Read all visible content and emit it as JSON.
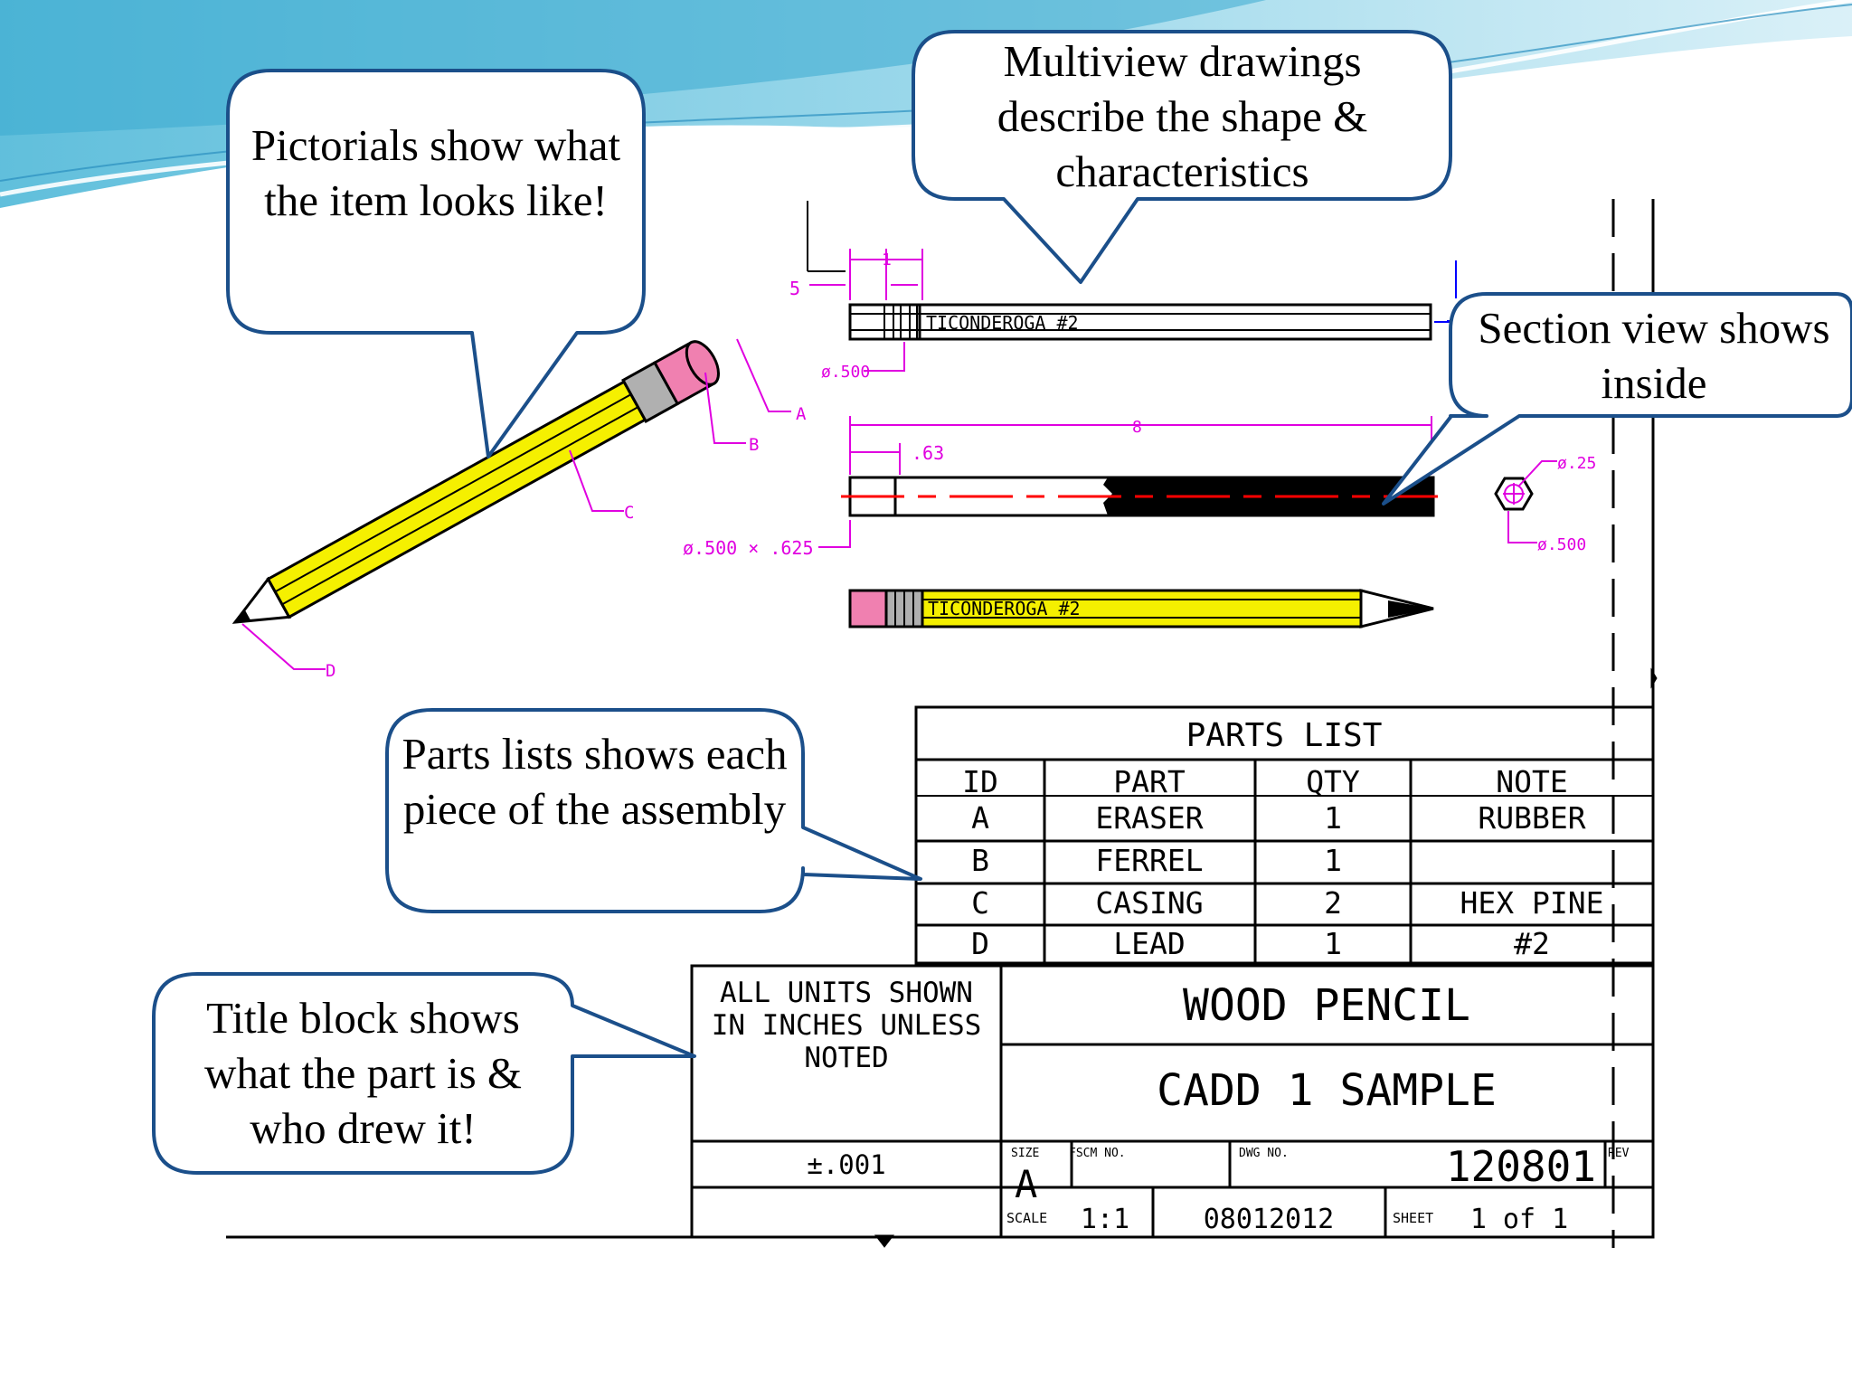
{
  "callouts": {
    "pictorial": "Pictorials show what the item looks like!",
    "multiview": "Multiview drawings describe the shape & characteristics",
    "section": "Section view shows inside",
    "parts": "Parts lists shows each piece of the assembly",
    "title": "Title block shows what the part is & who drew it!"
  },
  "pictorial_labels": {
    "a": "A",
    "b": "B",
    "c": "C",
    "d": "D"
  },
  "views": {
    "brand": "TICONDEROGA #2",
    "dims": {
      "five": "5",
      "one": "1",
      "dia500": "ø.500",
      "eight": "8",
      "p63": ".63",
      "dia500x625": "ø.500 × .625",
      "dia25": "ø.25",
      "dia500b": "ø.500"
    }
  },
  "parts_list": {
    "title": "PARTS LIST",
    "headers": [
      "ID",
      "PART",
      "QTY",
      "NOTE"
    ],
    "rows": [
      [
        "A",
        "ERASER",
        "1",
        "RUBBER"
      ],
      [
        "B",
        "FERREL",
        "1",
        ""
      ],
      [
        "C",
        "CASING",
        "2",
        "HEX PINE"
      ],
      [
        "D",
        "LEAD",
        "1",
        "#2"
      ]
    ]
  },
  "title_block": {
    "units_note": [
      "ALL UNITS SHOWN",
      "IN INCHES UNLESS",
      "NOTED"
    ],
    "tolerance": "±.001",
    "part_name": "WOOD PENCIL",
    "drawing_title": "CADD 1 SAMPLE",
    "size_label": "SIZE",
    "size_value": "A",
    "fscm_label": "FSCM NO.",
    "dwg_label": "DWG NO.",
    "dwg_value": "120801",
    "rev_label": "REV",
    "scale_label": "SCALE",
    "scale_value": "1:1",
    "date_value": "08012012",
    "sheet_label": "SHEET",
    "sheet_value": "1 of 1"
  },
  "colors": {
    "callout_border": "#1b4f8a",
    "dimension": "#e000e0",
    "pencil_body": "#f5f000",
    "eraser": "#f080b0",
    "ferrule": "#b0b0b0",
    "wave_blue": "#5fc0dc"
  }
}
